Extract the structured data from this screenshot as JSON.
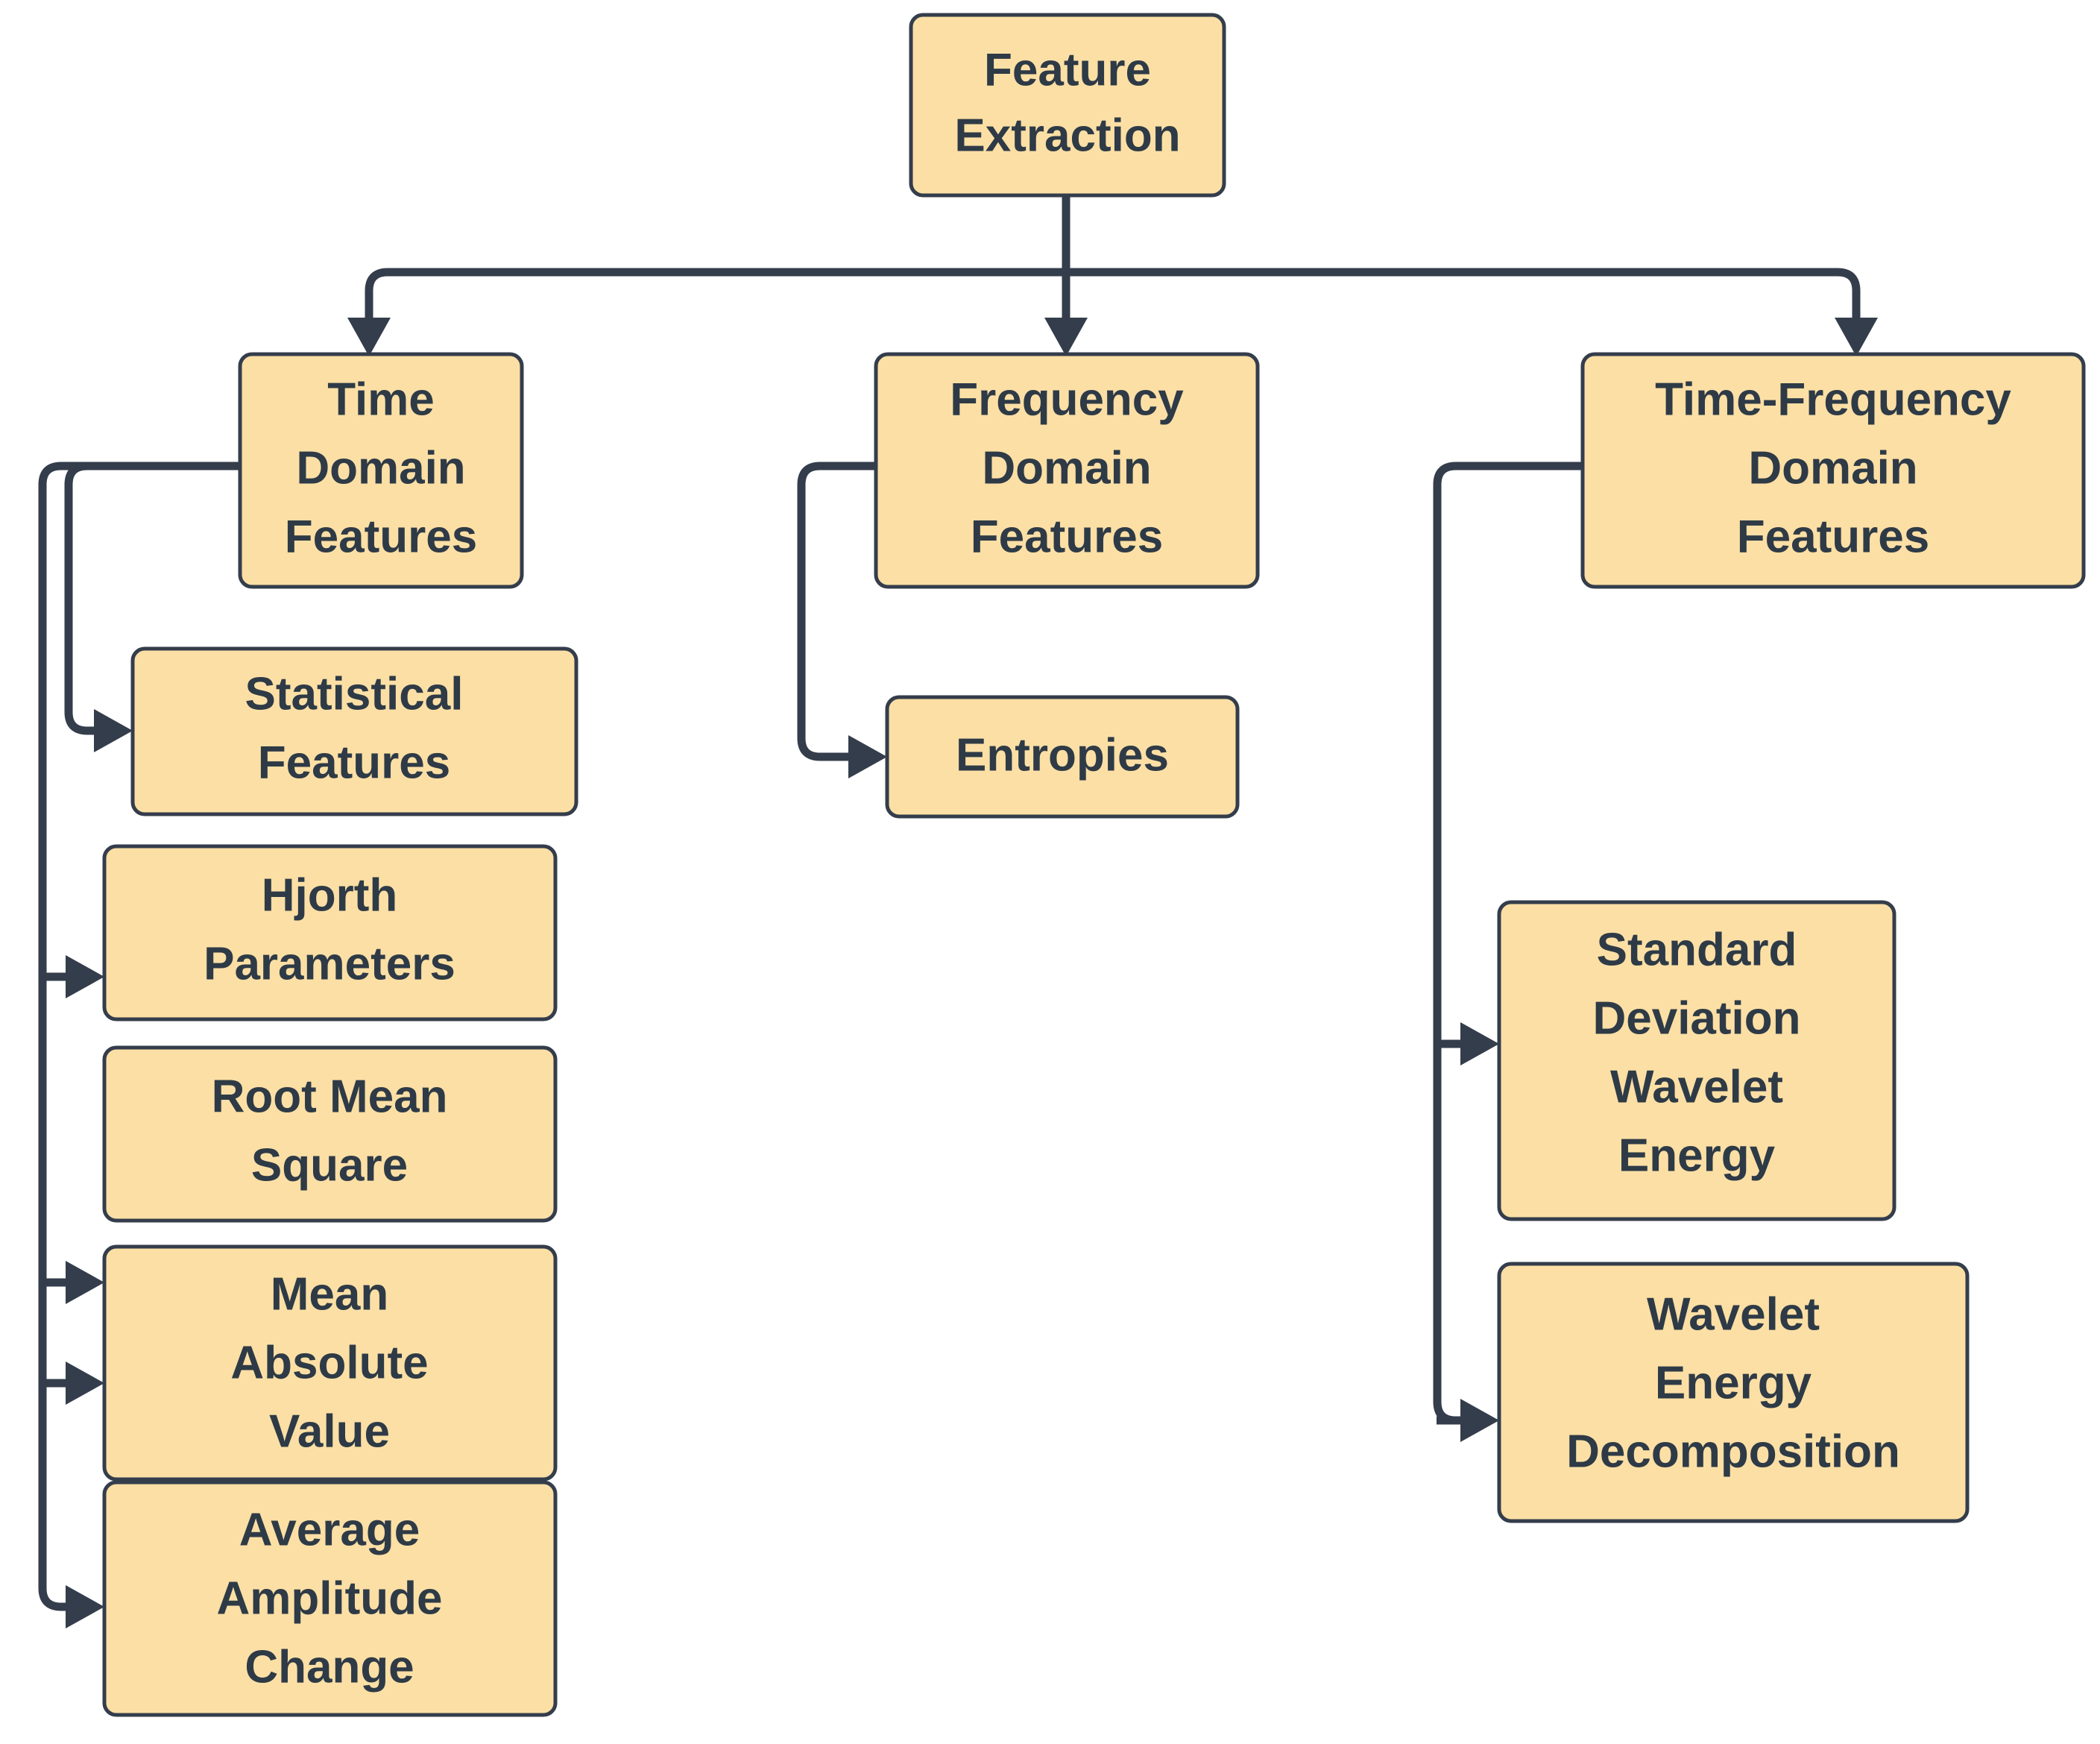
{
  "diagram": {
    "title_node": "Feature Extraction",
    "background_color": "#ffffff",
    "node_fill_color": "#fbdfa5",
    "node_border_color": "#343d4b",
    "text_color": "#2e3a46",
    "edge_color": "#343d4b",
    "orientation": "top-down tree with left-elbow child connectors"
  },
  "nodes": {
    "root": {
      "label": "Feature Extraction",
      "lines": [
        "Feature",
        "Extraction"
      ]
    },
    "time_domain": {
      "label": "Time Domain Features",
      "lines": [
        "Time",
        "Domain",
        "Features"
      ]
    },
    "frequency_domain": {
      "label": "Frequency Domain Features",
      "lines": [
        "Frequency",
        "Domain",
        "Features"
      ]
    },
    "time_frequency_domain": {
      "label": "Time-Frequency Domain Features",
      "lines": [
        "Time-Frequency",
        "Domain",
        "Features"
      ]
    },
    "statistical_features": {
      "label": "Statistical Features",
      "lines": [
        "Statistical",
        "Features"
      ]
    },
    "hjorth_parameters": {
      "label": "Hjorth Parameters",
      "lines": [
        "Hjorth",
        "Parameters"
      ]
    },
    "root_mean_square": {
      "label": "Root Mean Square",
      "lines": [
        "Root Mean",
        "Square"
      ]
    },
    "mean_absolute_value": {
      "label": "Mean Absolute Value",
      "lines": [
        "Mean",
        "Absolute",
        "Value"
      ]
    },
    "average_amplitude_change": {
      "label": "Average Amplitude Change",
      "lines": [
        "Average",
        "Amplitude",
        "Change"
      ]
    },
    "entropies": {
      "label": "Entropies",
      "lines": [
        "Entropies"
      ]
    },
    "standard_deviation_wavelet_energy": {
      "label": "Standard Deviation Wavelet Energy",
      "lines": [
        "Standard",
        "Deviation",
        "Wavelet",
        "Energy"
      ]
    },
    "wavelet_energy_decomposition": {
      "label": "Wavelet Energy Decomposition",
      "lines": [
        "Wavelet",
        "Energy",
        "Decomposition"
      ]
    }
  },
  "edges": [
    {
      "from": "root",
      "to": "time_domain"
    },
    {
      "from": "root",
      "to": "frequency_domain"
    },
    {
      "from": "root",
      "to": "time_frequency_domain"
    },
    {
      "from": "time_domain",
      "to": "statistical_features"
    },
    {
      "from": "time_domain",
      "to": "hjorth_parameters"
    },
    {
      "from": "time_domain",
      "to": "root_mean_square"
    },
    {
      "from": "time_domain",
      "to": "mean_absolute_value"
    },
    {
      "from": "time_domain",
      "to": "average_amplitude_change"
    },
    {
      "from": "frequency_domain",
      "to": "entropies"
    },
    {
      "from": "time_frequency_domain",
      "to": "standard_deviation_wavelet_energy"
    },
    {
      "from": "time_frequency_domain",
      "to": "wavelet_energy_decomposition"
    }
  ]
}
